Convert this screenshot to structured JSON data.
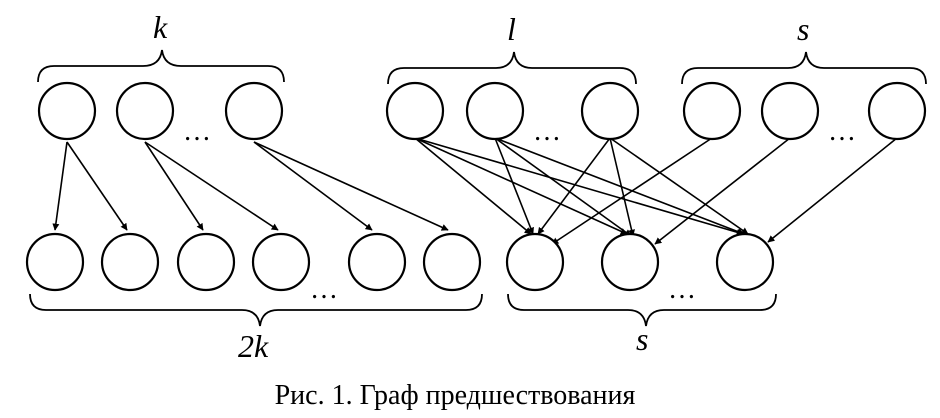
{
  "labels": {
    "top_left": "k",
    "top_middle": "l",
    "top_right": "s",
    "bottom_left": "2k",
    "bottom_right": "s"
  },
  "ellipsis": "…",
  "caption": "Рис. 1. Граф предшествования"
}
